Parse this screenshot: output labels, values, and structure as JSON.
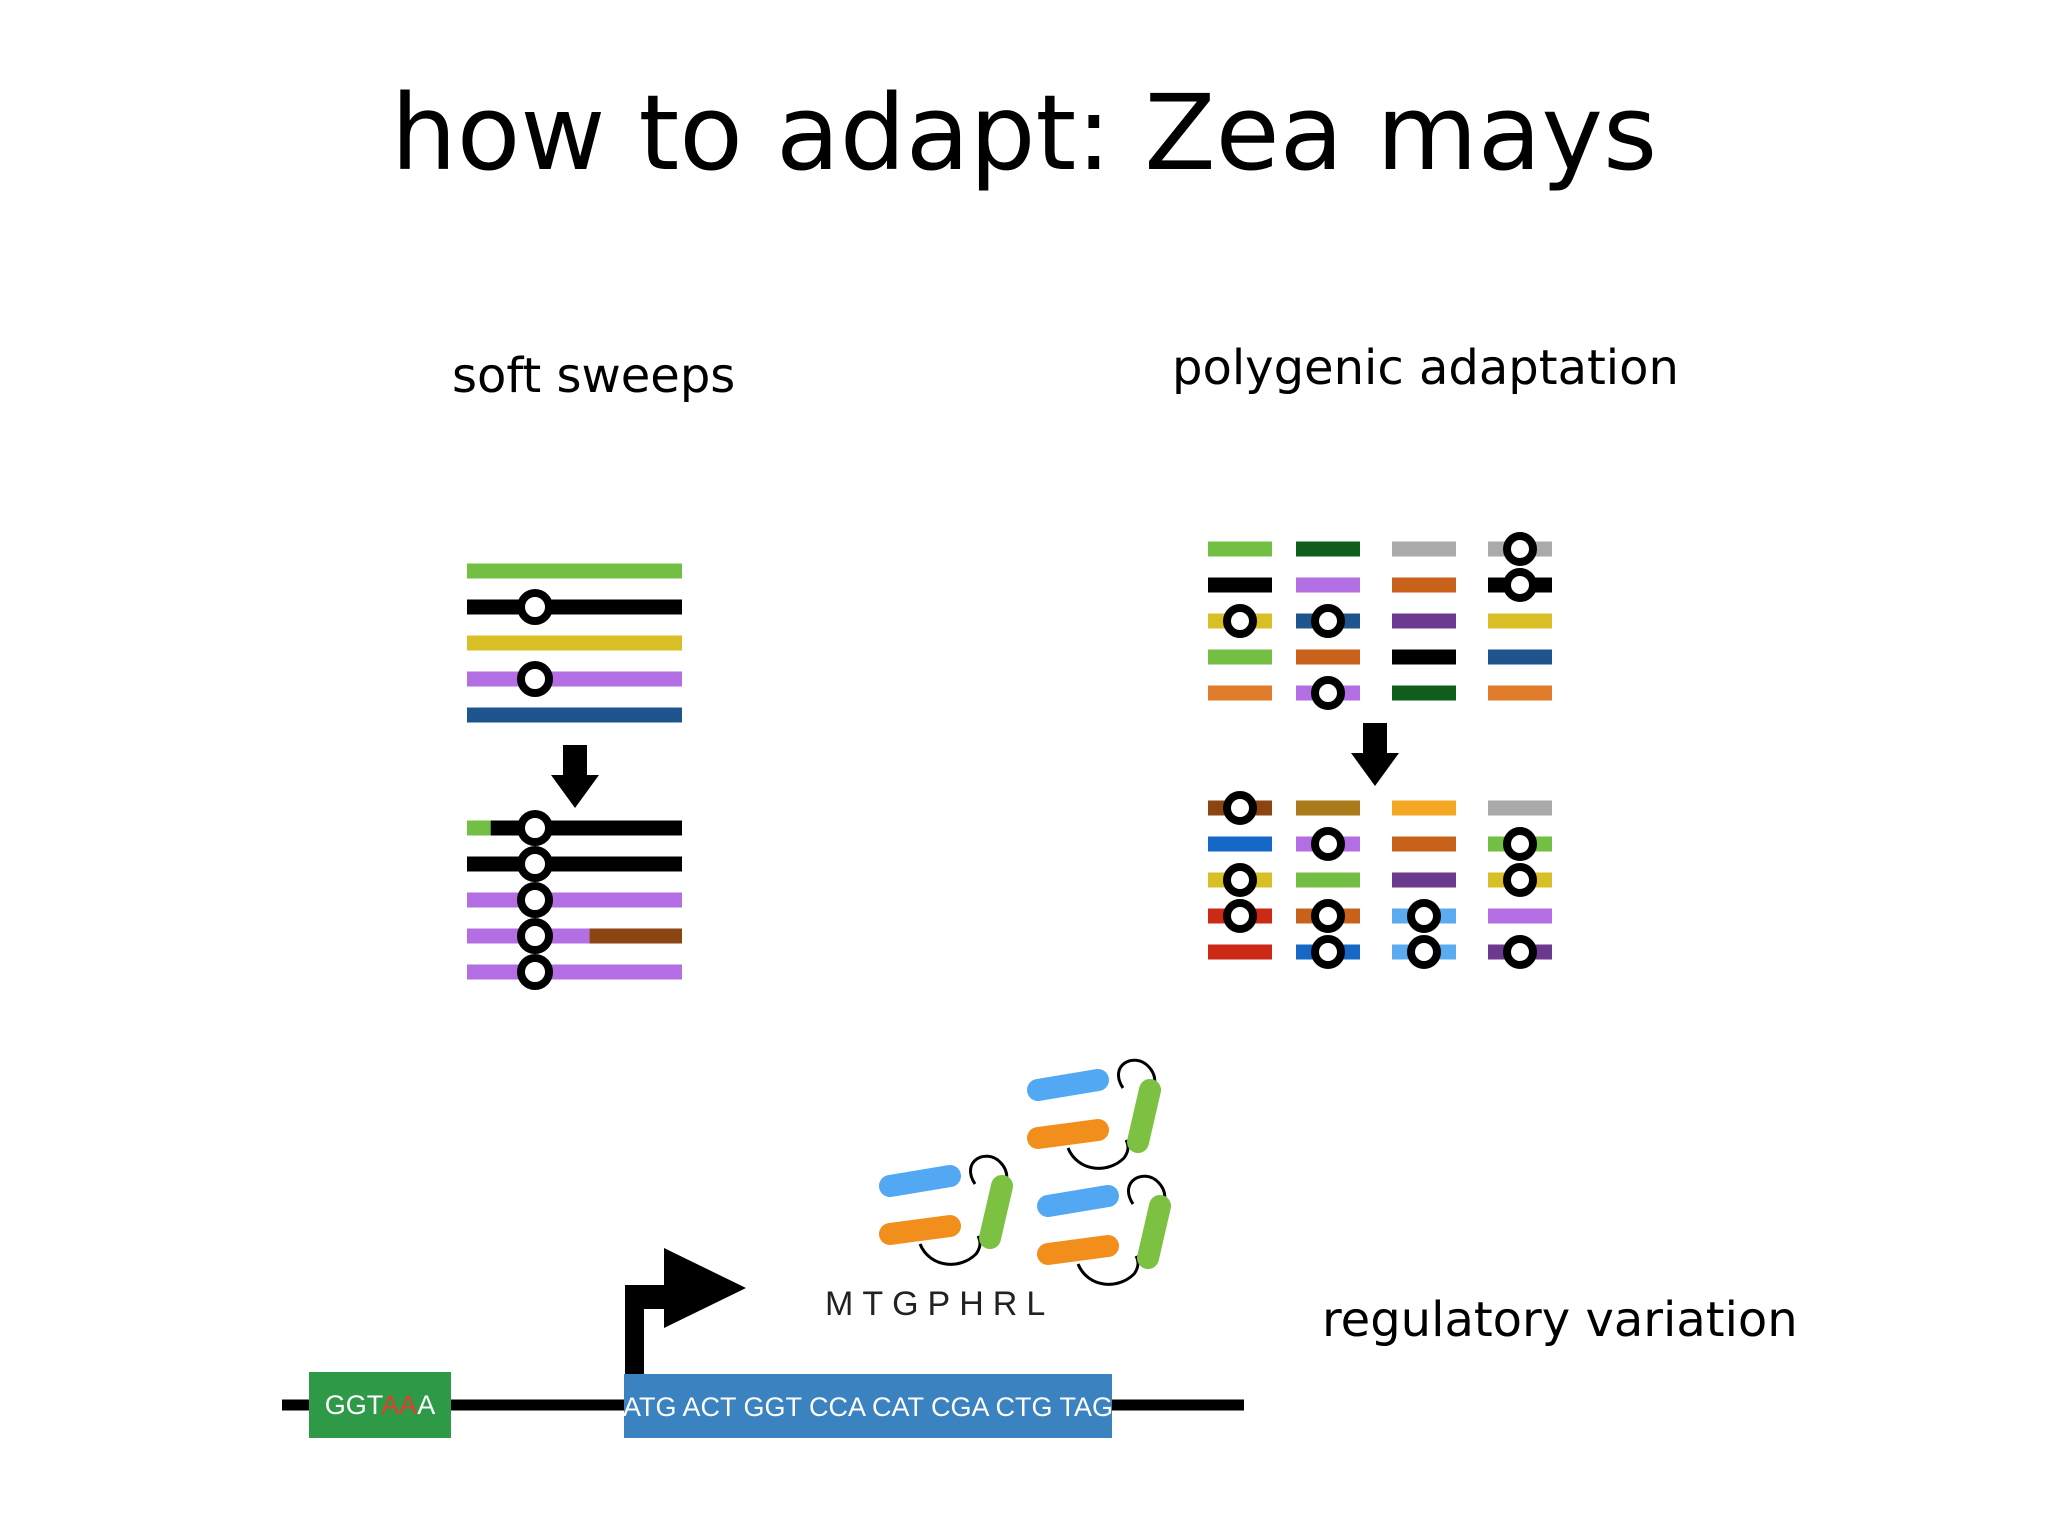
{
  "title": "how to adapt: Zea mays",
  "soft_sweeps": {
    "label": "soft sweeps",
    "before": [
      {
        "colors": [
          "#72bf44"
        ],
        "circle": false
      },
      {
        "colors": [
          "#000000"
        ],
        "circle": true
      },
      {
        "colors": [
          "#d9bf26"
        ],
        "circle": false
      },
      {
        "colors": [
          "#b36ee4"
        ],
        "circle": true
      },
      {
        "colors": [
          "#1f558f"
        ],
        "circle": false
      }
    ],
    "after": [
      {
        "colors": [
          "#72bf44",
          "#000000"
        ],
        "split": 0.11,
        "circle": true
      },
      {
        "colors": [
          "#000000"
        ],
        "circle": true
      },
      {
        "colors": [
          "#b36ee4"
        ],
        "circle": true
      },
      {
        "colors": [
          "#b36ee4",
          "#8b4513"
        ],
        "split": 0.57,
        "circle": true
      },
      {
        "colors": [
          "#b36ee4"
        ],
        "circle": true
      }
    ]
  },
  "polygenic": {
    "label": "polygenic adaptation",
    "before": [
      [
        {
          "color": "#72bf44",
          "circle": false
        },
        {
          "color": "#000000",
          "circle": false
        },
        {
          "color": "#d9bf26",
          "circle": true
        },
        {
          "color": "#72bf44",
          "circle": false
        },
        {
          "color": "#e07b2a",
          "circle": false
        }
      ],
      [
        {
          "color": "#0f5e1c",
          "circle": false
        },
        {
          "color": "#b36ee4",
          "circle": false
        },
        {
          "color": "#1f558f",
          "circle": true
        },
        {
          "color": "#c8621b",
          "circle": false
        },
        {
          "color": "#b36ee4",
          "circle": true
        }
      ],
      [
        {
          "color": "#aaaaaa",
          "circle": false
        },
        {
          "color": "#c8621b",
          "circle": false
        },
        {
          "color": "#6b3a8f",
          "circle": false
        },
        {
          "color": "#000000",
          "circle": false
        },
        {
          "color": "#0f5e1c",
          "circle": false
        }
      ],
      [
        {
          "color": "#aaaaaa",
          "circle": true
        },
        {
          "color": "#000000",
          "circle": true
        },
        {
          "color": "#d9bf26",
          "circle": false
        },
        {
          "color": "#1f558f",
          "circle": false
        },
        {
          "color": "#e07b2a",
          "circle": false
        }
      ]
    ],
    "after": [
      [
        {
          "color": "#8b4513",
          "circle": true
        },
        {
          "color": "#1668c7",
          "circle": false
        },
        {
          "color": "#d9bf26",
          "circle": true
        },
        {
          "color": "#cc2a16",
          "circle": true
        },
        {
          "color": "#cc2a16",
          "circle": false
        }
      ],
      [
        {
          "color": "#a87a1a",
          "circle": false
        },
        {
          "color": "#b36ee4",
          "circle": true
        },
        {
          "color": "#72bf44",
          "circle": false
        },
        {
          "color": "#c8621b",
          "circle": true
        },
        {
          "color": "#1668c7",
          "circle": true
        }
      ],
      [
        {
          "color": "#f5a623",
          "circle": false
        },
        {
          "color": "#c8621b",
          "circle": false
        },
        {
          "color": "#6b3a8f",
          "circle": false
        },
        {
          "color": "#5aabf0",
          "circle": true
        },
        {
          "color": "#5aabf0",
          "circle": true
        }
      ],
      [
        {
          "color": "#aaaaaa",
          "circle": false
        },
        {
          "color": "#72bf44",
          "circle": true
        },
        {
          "color": "#d9bf26",
          "circle": true
        },
        {
          "color": "#b36ee4",
          "circle": false
        },
        {
          "color": "#6b3a8f",
          "circle": true
        }
      ]
    ]
  },
  "regulatory": {
    "label": "regulatory variation",
    "enhancer": {
      "prefix": "GGT",
      "highlight": "AA",
      "suffix": "A",
      "color": "#2e9a47",
      "highlight_color": "#e23d2d"
    },
    "coding_sequence": "ATG ACT GGT CCA CAT CGA CTG TAG",
    "coding_color": "#3b82c0",
    "protein": "MTGPHRL",
    "protein_colors": {
      "blue": "#52a8f2",
      "orange": "#f28f1c",
      "green": "#7cc142"
    }
  }
}
